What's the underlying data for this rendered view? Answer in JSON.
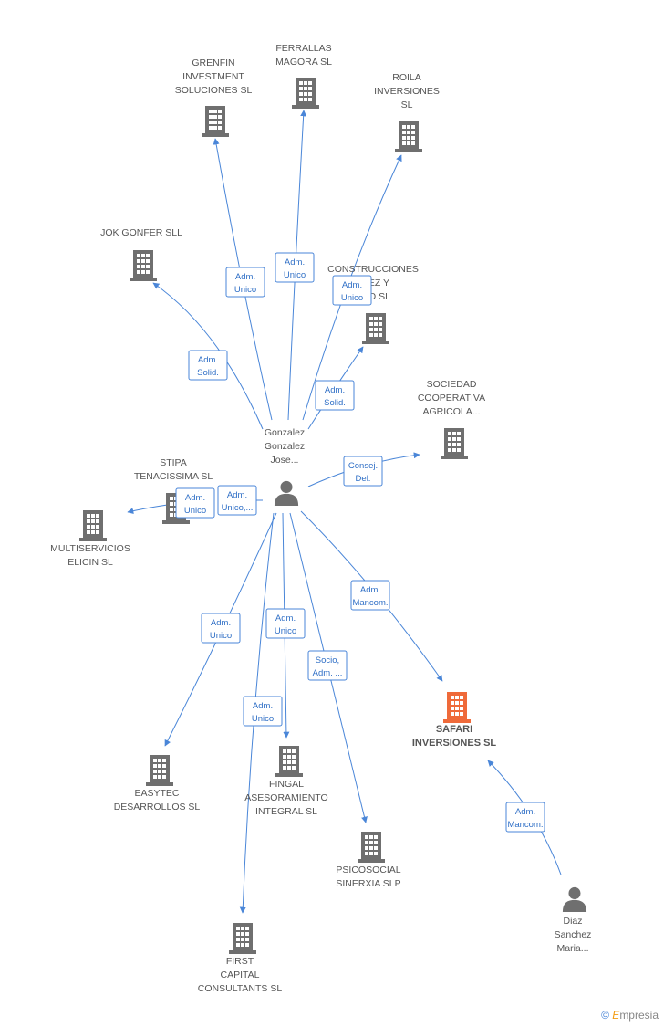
{
  "colors": {
    "edge": "#4a86d8",
    "company": "#6f6f6f",
    "focus_company": "#ef6a3a",
    "person": "#6f6f6f"
  },
  "center_person": {
    "lines": [
      "Gonzalez",
      "Gonzalez",
      "Jose..."
    ]
  },
  "companies": [
    {
      "id": "grenfin",
      "lines": [
        "GRENFIN",
        "INVESTMENT",
        "SOLUCIONES SL"
      ]
    },
    {
      "id": "ferrallas",
      "lines": [
        "FERRALLAS",
        "MAGORA SL"
      ]
    },
    {
      "id": "roila",
      "lines": [
        "ROILA",
        "INVERSIONES",
        "SL"
      ]
    },
    {
      "id": "jok",
      "lines": [
        "JOK GONFER SLL"
      ]
    },
    {
      "id": "construcciones",
      "lines": [
        "CONSTRUCCIONES",
        "ALEZ Y",
        "UZO SL"
      ]
    },
    {
      "id": "sociedad",
      "lines": [
        "SOCIEDAD",
        "COOPERATIVA",
        "AGRICOLA..."
      ]
    },
    {
      "id": "stipa",
      "lines": [
        "STIPA",
        "TENACISSIMA SL"
      ]
    },
    {
      "id": "multiservicios",
      "lines": [
        "MULTISERVICIOS",
        "ELICIN SL"
      ]
    },
    {
      "id": "safari",
      "lines": [
        "SAFARI",
        "INVERSIONES SL"
      ],
      "focus": true
    },
    {
      "id": "easytec",
      "lines": [
        "EASYTEC",
        "DESARROLLOS SL"
      ]
    },
    {
      "id": "fingal",
      "lines": [
        "FINGAL",
        "ASESORAMIENTO",
        "INTEGRAL SL"
      ]
    },
    {
      "id": "psicosocial",
      "lines": [
        "PSICOSOCIAL",
        "SINERXIA SLP"
      ]
    },
    {
      "id": "first",
      "lines": [
        "FIRST",
        "CAPITAL",
        "CONSULTANTS SL"
      ]
    }
  ],
  "other_person": {
    "lines": [
      "Diaz",
      "Sanchez",
      "Maria..."
    ]
  },
  "edges": [
    {
      "to": "grenfin",
      "label": [
        "Adm.",
        "Unico"
      ]
    },
    {
      "to": "ferrallas",
      "label": [
        "Adm.",
        "Unico"
      ]
    },
    {
      "to": "roila",
      "label": [
        "Adm.",
        "Unico"
      ]
    },
    {
      "to": "jok",
      "label": [
        "Adm.",
        "Solid."
      ]
    },
    {
      "to": "construcciones",
      "label": [
        "Adm.",
        "Solid."
      ]
    },
    {
      "to": "sociedad",
      "label": [
        "Consej.",
        "Del."
      ]
    },
    {
      "to": "stipa",
      "label": [
        "Adm.",
        "Unico"
      ]
    },
    {
      "to": "multiservicios",
      "label": [
        "Adm.",
        "Unico,..."
      ]
    },
    {
      "to": "safari",
      "label": [
        "Adm.",
        "Mancom."
      ]
    },
    {
      "to": "easytec",
      "label": [
        "Adm.",
        "Unico"
      ]
    },
    {
      "to": "fingal",
      "label": [
        "Adm.",
        "Unico"
      ]
    },
    {
      "to": "psicosocial",
      "label": [
        "Socio,",
        "Adm. ..."
      ]
    },
    {
      "to": "first",
      "label": [
        "Adm.",
        "Unico"
      ]
    },
    {
      "from": "other_person",
      "to": "safari",
      "label": [
        "Adm.",
        "Mancom."
      ]
    }
  ],
  "copyright": {
    "symbol": "©",
    "brand_first": "E",
    "brand_rest": "mpresia"
  }
}
